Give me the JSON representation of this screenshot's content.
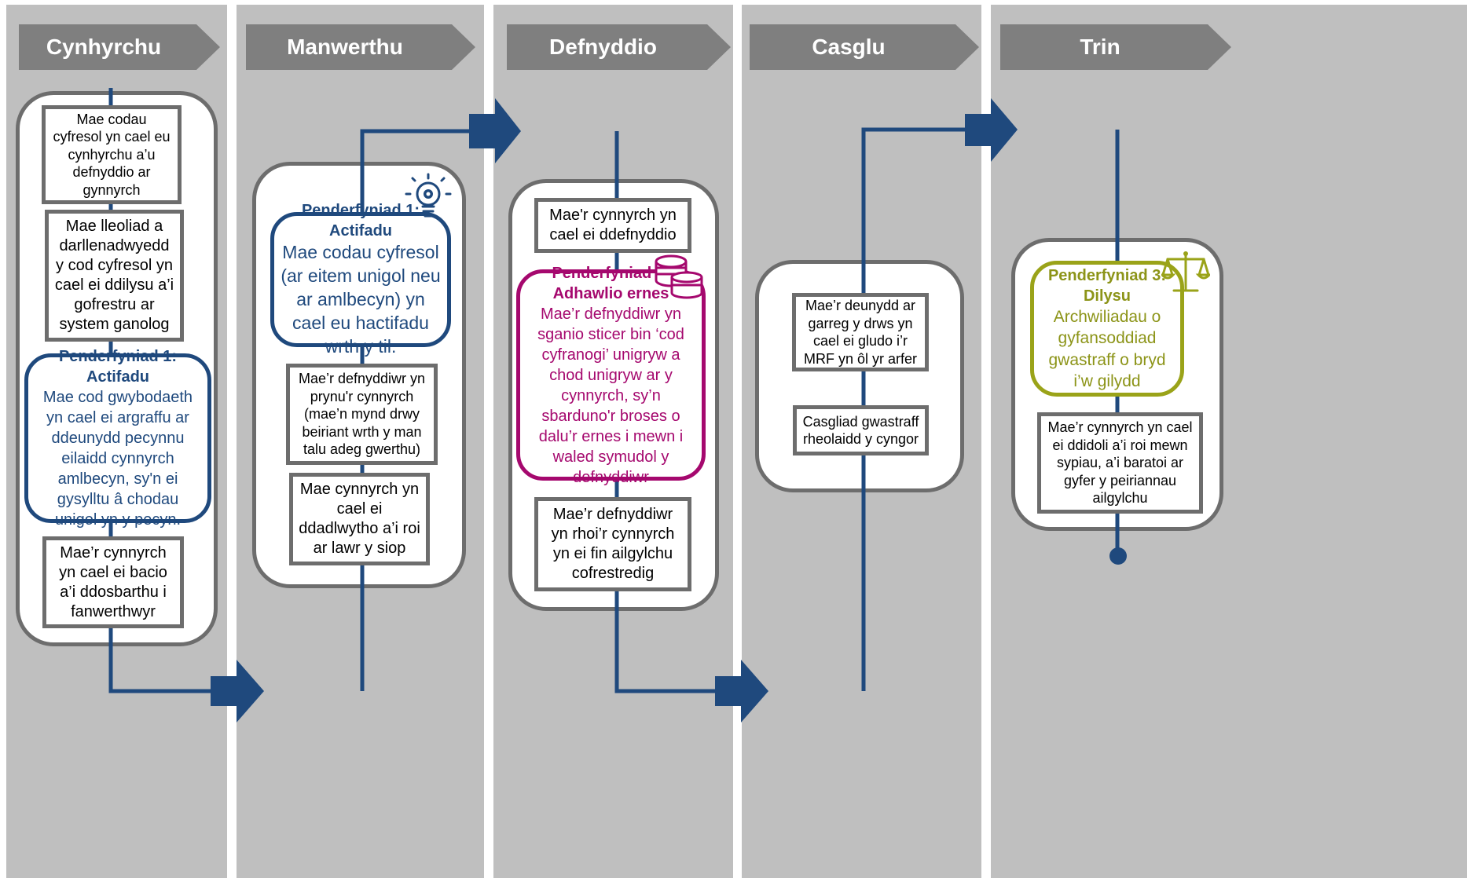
{
  "stages": [
    {
      "label": "Cynhyrchu"
    },
    {
      "label": "Manwerthu"
    },
    {
      "label": "Defnyddio"
    },
    {
      "label": "Casglu"
    },
    {
      "label": "Trin"
    }
  ],
  "cynhyrchu": {
    "box1": "Mae codau cyfresol yn cael eu cynhyrchu a’u defnyddio ar gynnyrch",
    "box2": "Mae lleoliad a darllenadwyedd y cod cyfresol yn cael ei ddilysu a’i gofrestru ar system ganolog",
    "decision_title": "Penderfyniad 1: Actifadu",
    "decision_body": "Mae cod gwybodaeth yn cael ei argraffu ar ddeunydd pecynnu eilaidd cynnyrch amlbecyn, sy'n ei gysylltu â chodau unigol yn y pecyn.",
    "box3": "Mae’r cynnyrch yn cael ei bacio a’i ddosbarthu i fanwerthwyr"
  },
  "manwerthu": {
    "decision_title": "Penderfyniad 1: Actifadu",
    "decision_body": "Mae codau cyfresol (ar eitem unigol neu ar amlbecyn) yn cael eu hactifadu wrth y til.",
    "box1": "Mae’r defnyddiwr yn prynu'r cynnyrch (mae’n mynd drwy beiriant wrth y man talu adeg gwerthu)",
    "box2": "Mae cynnyrch yn cael ei ddadlwytho a’i roi ar lawr y siop"
  },
  "defnyddio": {
    "box1": "Mae'r cynnyrch yn cael ei ddefnyddio",
    "decision_title": "Penderfyniad 2: Adhawlio ernes",
    "decision_body": "Mae’r defnyddiwr yn sganio sticer bin ‘cod cyfranogi’ unigryw a chod unigryw ar y cynnyrch, sy’n sbarduno'r broses o dalu’r ernes i mewn i waled symudol y defnyddiwr",
    "box2": "Mae’r defnyddiwr yn rhoi’r cynnyrch yn ei fin ailgylchu cofrestredig"
  },
  "casglu": {
    "box1": "Mae’r deunydd ar garreg y drws yn cael ei gludo i’r MRF yn ôl yr arfer",
    "box2": "Casgliad gwastraff rheolaidd y cyngor"
  },
  "trin": {
    "decision_title": "Penderfyniad 3: Dilysu",
    "decision_body": "Archwiliadau o gyfansoddiad gwastraff o bryd i’w gilydd",
    "box1": "Mae’r cynnyrch yn cael ei ddidoli a’i roi mewn sypiau, a’i baratoi ar gyfer y peiriannau ailgylchu"
  },
  "colors": {
    "background_column": "#bfbfbf",
    "chevron": "#7f7f7f",
    "flow_line": "#1f497d",
    "decision_blue": "#1f497d",
    "decision_magenta": "#a5086e",
    "decision_olive": "#9aa319"
  },
  "icons": [
    "lightbulb-gear-icon",
    "coins-icon",
    "scales-icon"
  ]
}
